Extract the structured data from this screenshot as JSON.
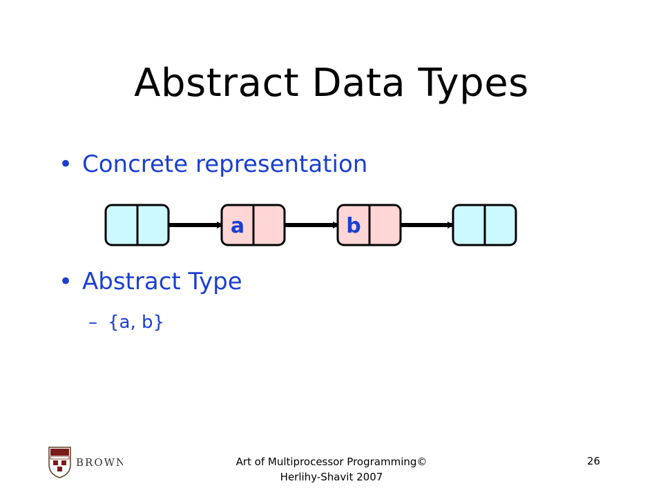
{
  "slide": {
    "title": "Abstract Data Types",
    "bullets": [
      {
        "text": "Concrete representation"
      },
      {
        "text": "Abstract Type",
        "sub": [
          {
            "text": "{a, b}"
          }
        ]
      }
    ],
    "bullet_glyph": "•",
    "sub_glyph": "–"
  },
  "diagram": {
    "nodes": [
      {
        "label": "",
        "color": "#ccf8ff"
      },
      {
        "label": "a",
        "color": "#ffd6d6"
      },
      {
        "label": "b",
        "color": "#ffd6d6"
      },
      {
        "label": "",
        "color": "#ccf8ff"
      }
    ]
  },
  "footer": {
    "logo_text": "BROWN",
    "logo_icon": "brown-university-shield-icon",
    "credit": "Art of Multiprocessor Programming© Herlihy-Shavit 2007",
    "page": "26"
  },
  "colors": {
    "bullet_text": "#1a3fd0",
    "node_outline": "#000000"
  }
}
